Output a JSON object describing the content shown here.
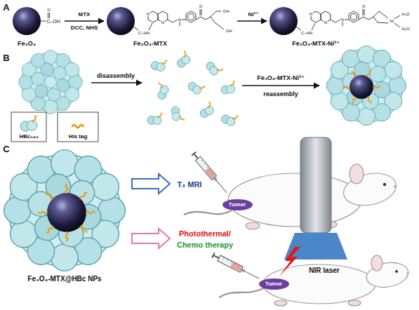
{
  "diagram": {
    "nodes": [
      {
        "text": [
          "Tumor"
        ]
      },
      {
        "text": [
          "Tumor"
        ]
      }
    ],
    "labels": [
      "A",
      "O",
      "C–OH",
      "MTX",
      "DCC, NHS",
      "N",
      "N",
      "N",
      "O",
      "OH",
      "OH",
      "C–HN",
      "Ni²⁺",
      "N",
      "N",
      "N",
      "O",
      "Ni",
      "H₂O",
      "H₂O",
      "C–HN",
      "Fe₃O₄",
      "Fe₃O₄-MTX",
      "Fe₃O₄-MTX-Ni²⁺",
      "B",
      "disassembly",
      "Fe₃O₄-MTX-Ni²⁺",
      "reassembly",
      "C",
      "T₂ MRI",
      "Photothermal/",
      "Chemo therapy",
      "NIR laser",
      "Fe₃O₄-MTX@HBc NPs"
    ],
    "legend": [
      {
        "text": "HBc₁₄₄"
      },
      {
        "text": "His tag"
      }
    ]
  }
}
